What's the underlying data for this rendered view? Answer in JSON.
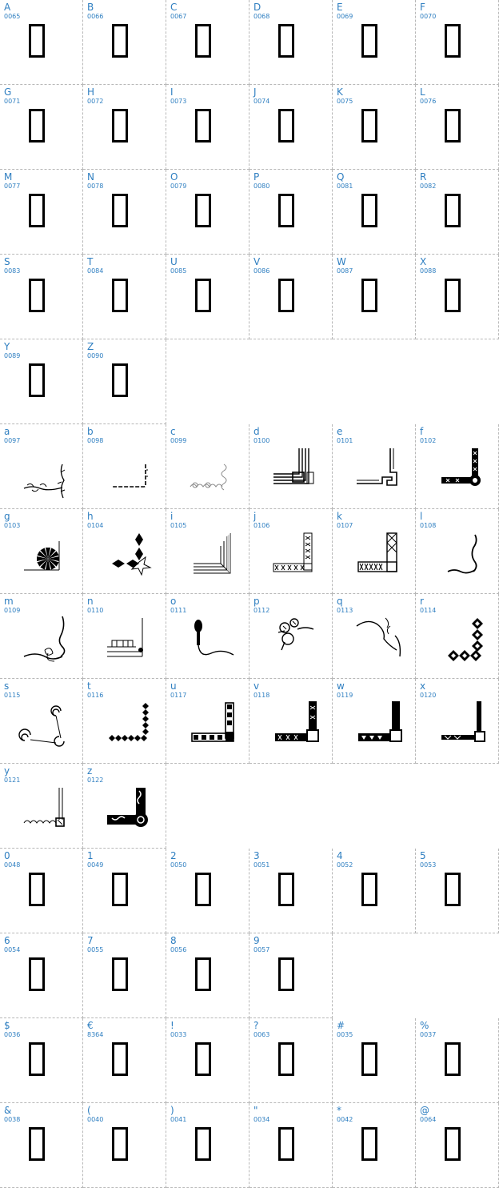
{
  "sections": [
    {
      "cells": [
        {
          "char": "A",
          "code": "0065",
          "glyph": "missing-glyph-box"
        },
        {
          "char": "B",
          "code": "0066",
          "glyph": "missing-glyph-box"
        },
        {
          "char": "C",
          "code": "0067",
          "glyph": "missing-glyph-box"
        },
        {
          "char": "D",
          "code": "0068",
          "glyph": "missing-glyph-box"
        },
        {
          "char": "E",
          "code": "0069",
          "glyph": "missing-glyph-box"
        },
        {
          "char": "F",
          "code": "0070",
          "glyph": "missing-glyph-box"
        },
        {
          "char": "G",
          "code": "0071",
          "glyph": "missing-glyph-box"
        },
        {
          "char": "H",
          "code": "0072",
          "glyph": "missing-glyph-box"
        },
        {
          "char": "I",
          "code": "0073",
          "glyph": "missing-glyph-box"
        },
        {
          "char": "J",
          "code": "0074",
          "glyph": "missing-glyph-box"
        },
        {
          "char": "K",
          "code": "0075",
          "glyph": "missing-glyph-box"
        },
        {
          "char": "L",
          "code": "0076",
          "glyph": "missing-glyph-box"
        },
        {
          "char": "M",
          "code": "0077",
          "glyph": "missing-glyph-box"
        },
        {
          "char": "N",
          "code": "0078",
          "glyph": "missing-glyph-box"
        },
        {
          "char": "O",
          "code": "0079",
          "glyph": "missing-glyph-box"
        },
        {
          "char": "P",
          "code": "0080",
          "glyph": "missing-glyph-box"
        },
        {
          "char": "Q",
          "code": "0081",
          "glyph": "missing-glyph-box"
        },
        {
          "char": "R",
          "code": "0082",
          "glyph": "missing-glyph-box"
        },
        {
          "char": "S",
          "code": "0083",
          "glyph": "missing-glyph-box"
        },
        {
          "char": "T",
          "code": "0084",
          "glyph": "missing-glyph-box"
        },
        {
          "char": "U",
          "code": "0085",
          "glyph": "missing-glyph-box"
        },
        {
          "char": "V",
          "code": "0086",
          "glyph": "missing-glyph-box"
        },
        {
          "char": "W",
          "code": "0087",
          "glyph": "missing-glyph-box"
        },
        {
          "char": "X",
          "code": "0088",
          "glyph": "missing-glyph-box"
        },
        {
          "char": "Y",
          "code": "0089",
          "glyph": "missing-glyph-box"
        },
        {
          "char": "Z",
          "code": "0090",
          "glyph": "missing-glyph-box"
        }
      ]
    },
    {
      "cells": [
        {
          "char": "a",
          "code": "0097",
          "glyph": "vine-corner-ornament"
        },
        {
          "char": "b",
          "code": "0098",
          "glyph": "dashed-corner-ornament"
        },
        {
          "char": "c",
          "code": "0099",
          "glyph": "swirl-corner-ornament"
        },
        {
          "char": "d",
          "code": "0100",
          "glyph": "multiline-corner-ornament"
        },
        {
          "char": "e",
          "code": "0101",
          "glyph": "greek-key-corner-ornament"
        },
        {
          "char": "f",
          "code": "0102",
          "glyph": "flower-block-corner-ornament"
        },
        {
          "char": "g",
          "code": "0103",
          "glyph": "starburst-corner-ornament"
        },
        {
          "char": "h",
          "code": "0104",
          "glyph": "diamond-star-corner-ornament"
        },
        {
          "char": "i",
          "code": "0105",
          "glyph": "beveled-frame-corner-ornament"
        },
        {
          "char": "j",
          "code": "0106",
          "glyph": "lace-corner-ornament"
        },
        {
          "char": "k",
          "code": "0107",
          "glyph": "crosshatch-corner-ornament"
        },
        {
          "char": "l",
          "code": "0108",
          "glyph": "wavy-corner-ornament"
        },
        {
          "char": "m",
          "code": "0109",
          "glyph": "ribbon-corner-ornament"
        },
        {
          "char": "n",
          "code": "0110",
          "glyph": "music-corner-ornament"
        },
        {
          "char": "o",
          "code": "0111",
          "glyph": "microphone-corner-ornament"
        },
        {
          "char": "p",
          "code": "0112",
          "glyph": "floral-corner-ornament"
        },
        {
          "char": "q",
          "code": "0113",
          "glyph": "curl-corner-ornament"
        },
        {
          "char": "r",
          "code": "0114",
          "glyph": "diamond-chain-corner-ornament"
        },
        {
          "char": "s",
          "code": "0115",
          "glyph": "spiral-corner-ornament"
        },
        {
          "char": "t",
          "code": "0116",
          "glyph": "dotted-diamond-corner-ornament"
        },
        {
          "char": "u",
          "code": "0117",
          "glyph": "tiled-block-corner-ornament"
        },
        {
          "char": "v",
          "code": "0118",
          "glyph": "star-block-corner-ornament"
        },
        {
          "char": "w",
          "code": "0119",
          "glyph": "leaf-block-corner-ornament"
        },
        {
          "char": "x",
          "code": "0120",
          "glyph": "thin-block-corner-ornament"
        },
        {
          "char": "y",
          "code": "0121",
          "glyph": "scalloped-corner-ornament"
        },
        {
          "char": "z",
          "code": "0122",
          "glyph": "celtic-corner-ornament"
        }
      ]
    },
    {
      "cells": [
        {
          "char": "0",
          "code": "0048",
          "glyph": "missing-glyph-box"
        },
        {
          "char": "1",
          "code": "0049",
          "glyph": "missing-glyph-box"
        },
        {
          "char": "2",
          "code": "0050",
          "glyph": "missing-glyph-box"
        },
        {
          "char": "3",
          "code": "0051",
          "glyph": "missing-glyph-box"
        },
        {
          "char": "4",
          "code": "0052",
          "glyph": "missing-glyph-box"
        },
        {
          "char": "5",
          "code": "0053",
          "glyph": "missing-glyph-box"
        },
        {
          "char": "6",
          "code": "0054",
          "glyph": "missing-glyph-box"
        },
        {
          "char": "7",
          "code": "0055",
          "glyph": "missing-glyph-box"
        },
        {
          "char": "8",
          "code": "0056",
          "glyph": "missing-glyph-box"
        },
        {
          "char": "9",
          "code": "0057",
          "glyph": "missing-glyph-box"
        }
      ]
    },
    {
      "cells": [
        {
          "char": "$",
          "code": "0036",
          "glyph": "missing-glyph-box"
        },
        {
          "char": "€",
          "code": "8364",
          "glyph": "missing-glyph-box"
        },
        {
          "char": "!",
          "code": "0033",
          "glyph": "missing-glyph-box"
        },
        {
          "char": "?",
          "code": "0063",
          "glyph": "missing-glyph-box"
        },
        {
          "char": "#",
          "code": "0035",
          "glyph": "missing-glyph-box"
        },
        {
          "char": "%",
          "code": "0037",
          "glyph": "missing-glyph-box"
        },
        {
          "char": "&",
          "code": "0038",
          "glyph": "missing-glyph-box"
        },
        {
          "char": "(",
          "code": "0040",
          "glyph": "missing-glyph-box"
        },
        {
          "char": ")",
          "code": "0041",
          "glyph": "missing-glyph-box"
        },
        {
          "char": "\"",
          "code": "0034",
          "glyph": "missing-glyph-box"
        },
        {
          "char": "*",
          "code": "0042",
          "glyph": "missing-glyph-box"
        },
        {
          "char": "@",
          "code": "0064",
          "glyph": "missing-glyph-box"
        }
      ]
    }
  ],
  "colors": {
    "label": "#2f7fc1",
    "border": "#b8b8b8",
    "glyph": "#000000"
  }
}
